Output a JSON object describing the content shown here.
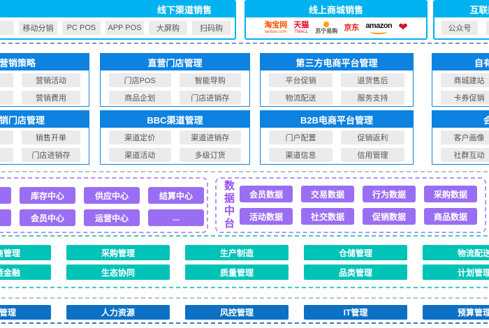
{
  "colors": {
    "cyan": "#00b2ef",
    "blue": "#0d82e0",
    "purple": "#9a6ef2",
    "teal": "#00c3b8",
    "dark_blue": "#0c70c5"
  },
  "band1": {
    "offline": {
      "title": "线下渠道销售",
      "items": [
        "",
        "移动分销",
        "PC POS",
        "APP POS",
        "大屏购",
        "扫码购"
      ]
    },
    "online": {
      "title": "线上商城销售",
      "logos": {
        "taobao": {
          "text": "淘宝网",
          "sub": "taobao.com"
        },
        "tmall": {
          "text": "天猫",
          "sub": "TMALL"
        },
        "suning": {
          "text": "苏宁易购"
        },
        "jd": {
          "text": "京东"
        },
        "amazon": {
          "text": "amazon"
        },
        "heart": {
          "glyph": "❤"
        }
      }
    },
    "internet": {
      "title": "互联网营销",
      "items": [
        "公众号",
        ""
      ]
    }
  },
  "band2": {
    "row1": [
      {
        "title": "营销策略",
        "items": [
          "",
          "营销活动",
          "",
          "营销费用"
        ]
      },
      {
        "title": "直营门店管理",
        "items": [
          "门店POS",
          "智能导购",
          "商品企划",
          "门店进销存"
        ]
      },
      {
        "title": "第三方电商平台管理",
        "items": [
          "平台促销",
          "退货售后",
          "物流配送",
          "服务支持"
        ]
      },
      {
        "title": "自有电商平台",
        "items": [
          "商城建站",
          "",
          "卡券促销",
          ""
        ]
      }
    ],
    "row2": [
      {
        "title": "分销门店管理",
        "items": [
          "",
          "销售开单",
          "",
          "门店进销存"
        ]
      },
      {
        "title": "BBC渠道管理",
        "items": [
          "渠道定价",
          "渠道进销存",
          "渠道活动",
          "多级订货"
        ]
      },
      {
        "title": "B2B电商平台管理",
        "items": [
          "门户配置",
          "促销返利",
          "渠道信息",
          "信用管理"
        ]
      },
      {
        "title": "会员管理",
        "items": [
          "客户画像",
          "",
          "社群互动",
          ""
        ]
      }
    ]
  },
  "middle": {
    "label": "数据中台",
    "centers": {
      "row1": [
        "",
        "库存中心",
        "供应中心",
        "结算中心"
      ],
      "row2": [
        "",
        "会员中心",
        "运营中心",
        "..."
      ]
    },
    "data": {
      "row1": [
        "会员数据",
        "交易数据",
        "行为数据",
        "采购数据"
      ],
      "row2": [
        "活动数据",
        "社交数据",
        "促销数据",
        "商品数据"
      ]
    }
  },
  "supply": {
    "row1": [
      "供应商管理",
      "采购管理",
      "生产制造",
      "仓储管理",
      "物流配送"
    ],
    "row2": [
      "供应链金融",
      "生态协同",
      "质量管理",
      "品类管理",
      "计划管理"
    ]
  },
  "bottom": {
    "items": [
      "财务管理",
      "人力资源",
      "风控管理",
      "IT管理",
      "预算管理"
    ]
  }
}
